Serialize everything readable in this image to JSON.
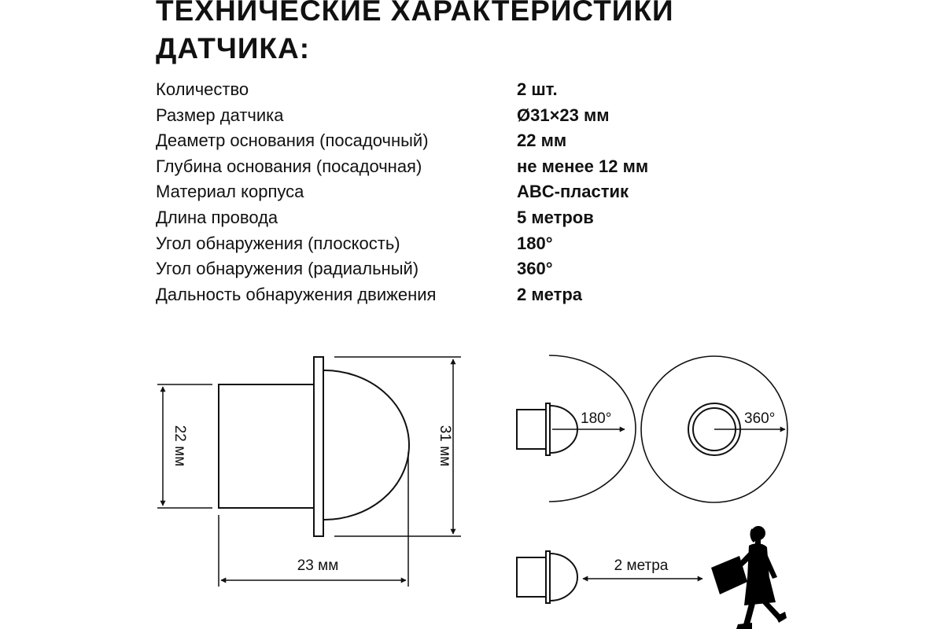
{
  "title": {
    "line1": "ТЕХНИЧЕСКИЕ ХАРАКТЕРИСТИКИ",
    "line2": "ДАТЧИКА:"
  },
  "specs": [
    {
      "label": "Количество",
      "value": "2 шт."
    },
    {
      "label": "Размер датчика",
      "value": "Ø31×23 мм"
    },
    {
      "label": "Деаметр основания (посадочный)",
      "value": "22 мм"
    },
    {
      "label": "Глубина основания (посадочная)",
      "value": "не менее 12 мм"
    },
    {
      "label": "Материал корпуса",
      "value": "ABC-пластик"
    },
    {
      "label": "Длина провода",
      "value": "5 метров"
    },
    {
      "label": "Угол обнаружения (плоскость)",
      "value": "180°"
    },
    {
      "label": "Угол обнаружения (радиальный)",
      "value": "360°"
    },
    {
      "label": "Дальность обнаружения движения",
      "value": "2 метра"
    }
  ],
  "drawing": {
    "dim_base_diameter": "22 мм",
    "dim_sensor_diameter": "31 мм",
    "dim_sensor_length": "23 мм",
    "angle_plane": "180°",
    "angle_radial": "360°",
    "distance": "2 метра"
  },
  "colors": {
    "line": "#111111",
    "background": "#ffffff"
  }
}
